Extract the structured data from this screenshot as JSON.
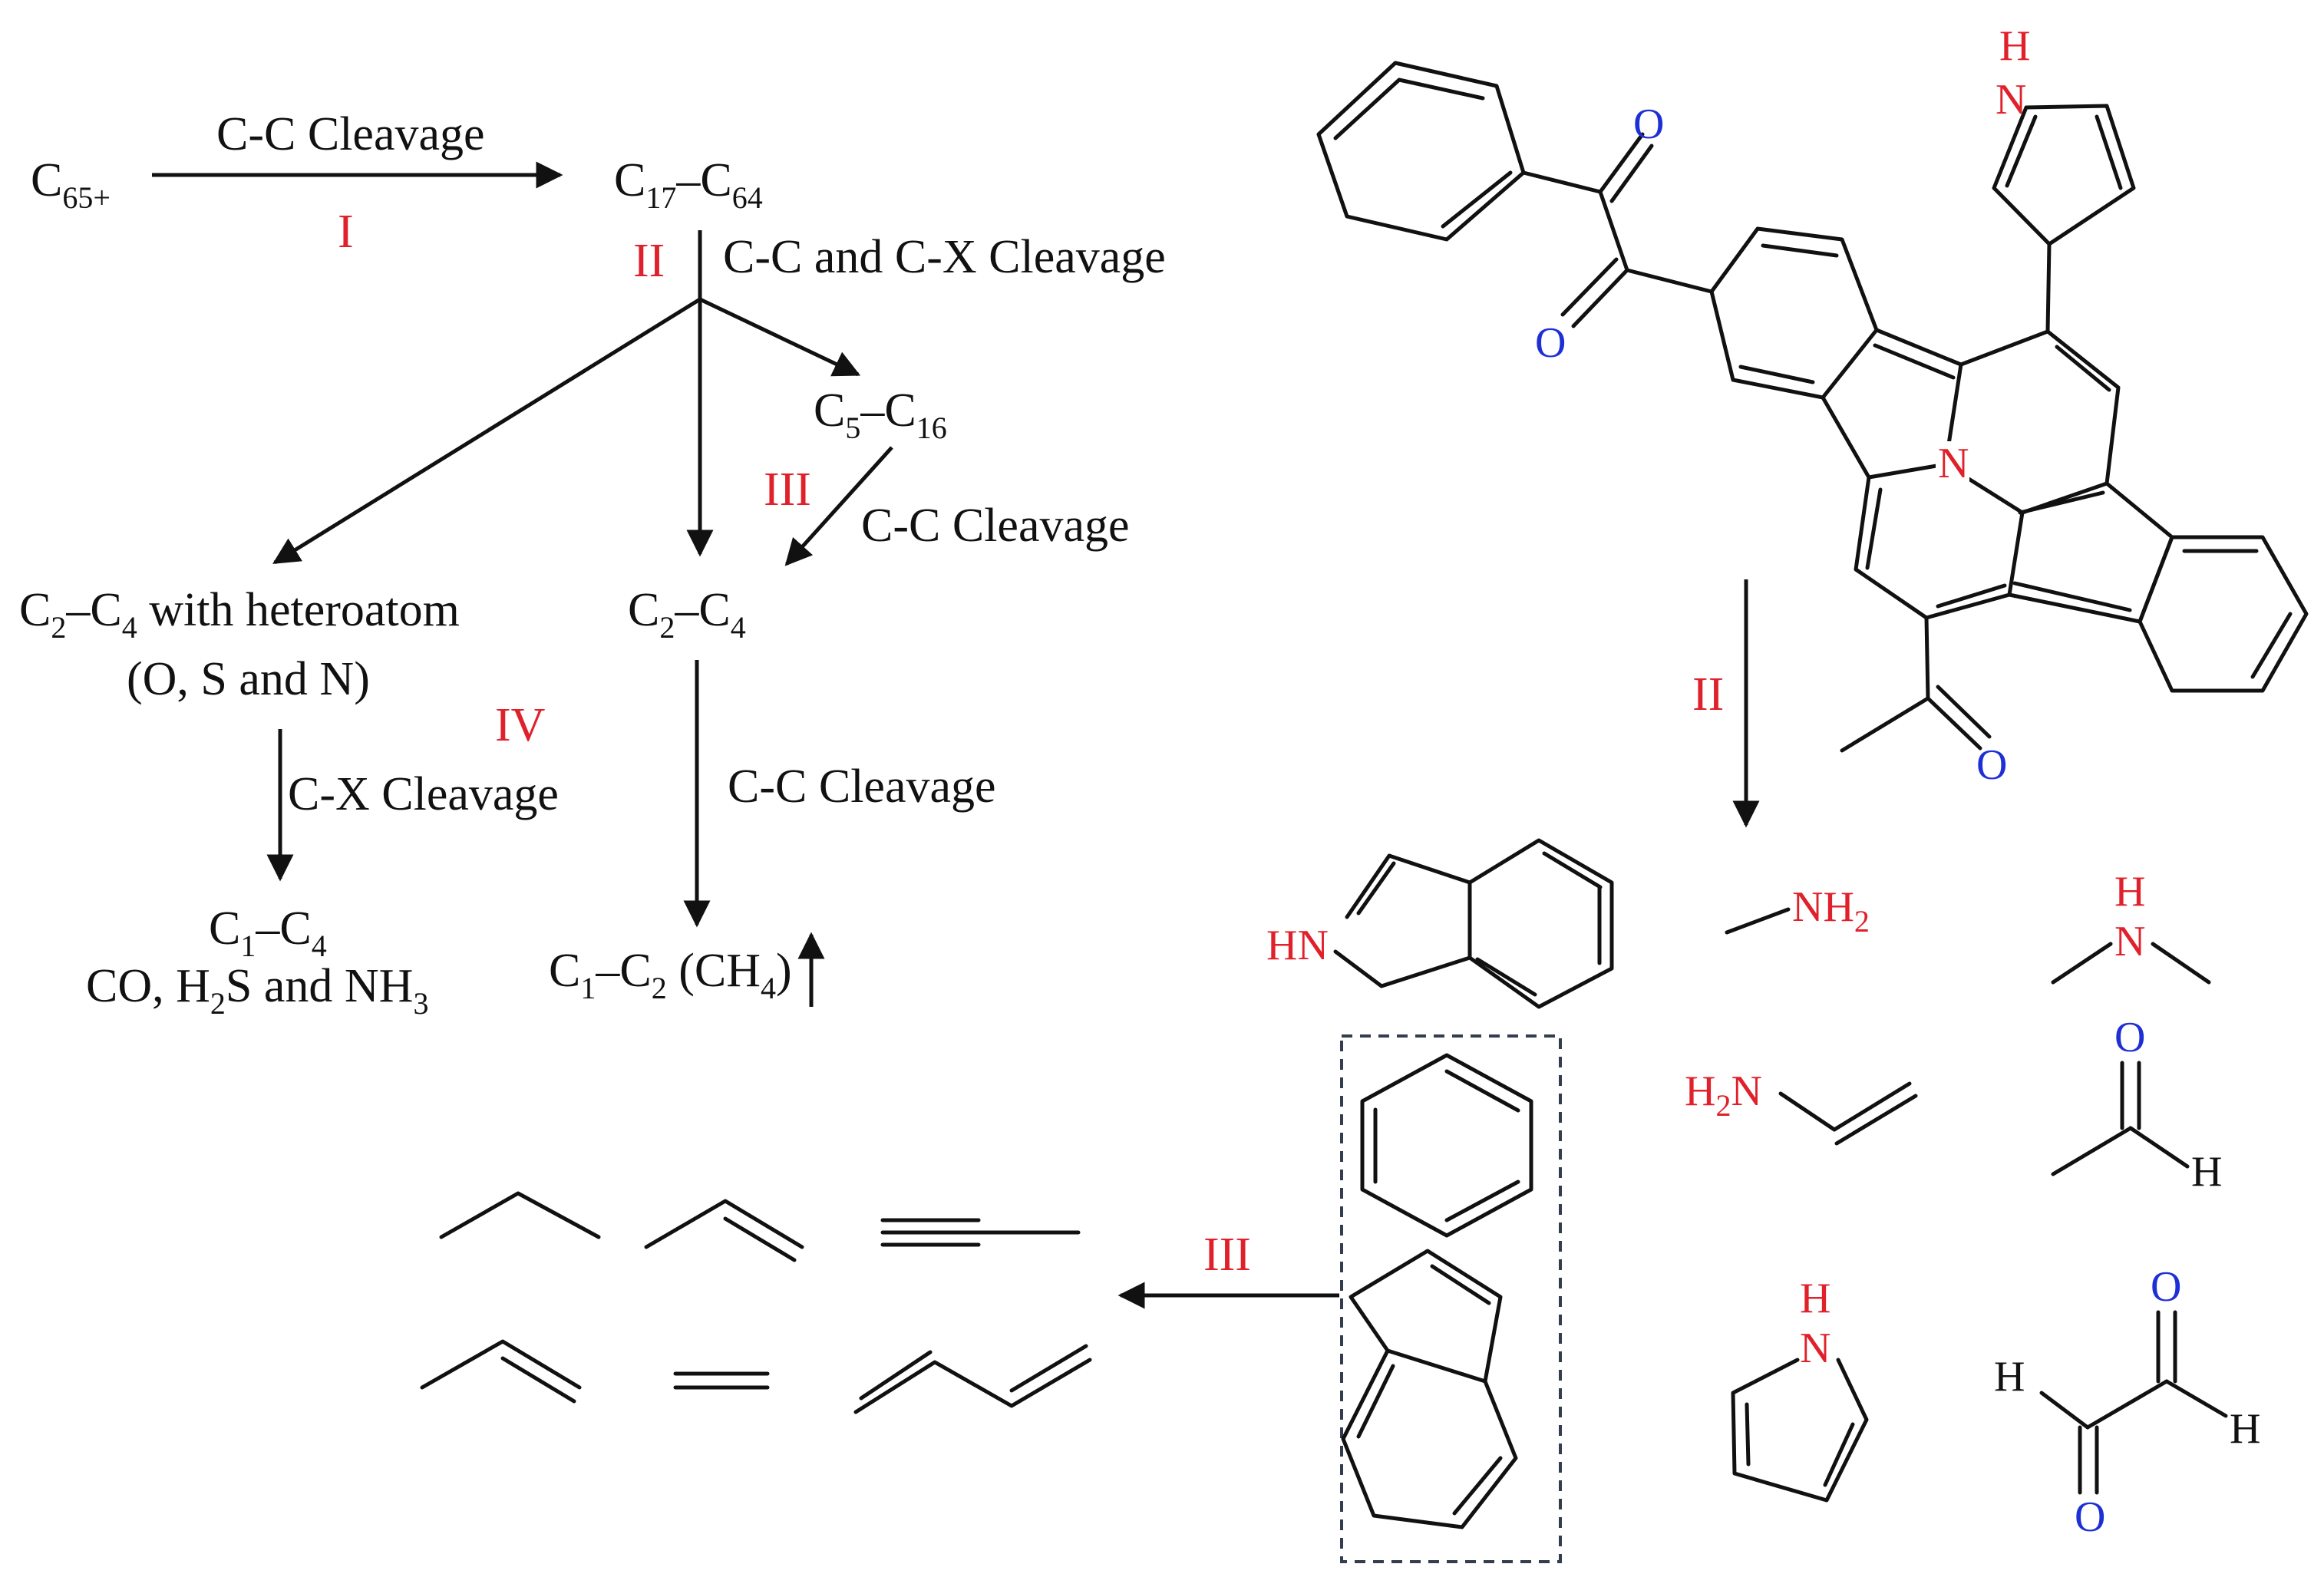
{
  "colors": {
    "ink": "#111111",
    "stage": "#e0202a",
    "nitrogen": "#e0202a",
    "oxygen": "#1f2fd6"
  },
  "scheme": {
    "c65": {
      "base": "C",
      "sub": "65+"
    },
    "c17_64": {
      "p1": "C",
      "s1": "17",
      "dash": "–",
      "p2": "C",
      "s2": "64"
    },
    "c5_16": {
      "p1": "C",
      "s1": "5",
      "dash": "–",
      "p2": "C",
      "s2": "16"
    },
    "c2_4_hetero": {
      "p1": "C",
      "s1": "2",
      "dash": "–",
      "p2": "C",
      "s2": "4",
      "rest": " with heteroatom"
    },
    "hetero_list": "(O, S and N)",
    "c2_4": {
      "p1": "C",
      "s1": "2",
      "dash": "–",
      "p2": "C",
      "s2": "4"
    },
    "c1_4": {
      "p1": "C",
      "s1": "1",
      "dash": "–",
      "p2": "C",
      "s2": "4"
    },
    "gas_products": {
      "t1": "CO, H",
      "s1": "2",
      "t2": "S and NH",
      "s2": "3"
    },
    "c1_2": {
      "p1": "C",
      "s1": "1",
      "dash": "–",
      "p2": "C",
      "s2": "2",
      "t3": " (CH",
      "s3": "4",
      "t4": ")"
    },
    "labels": {
      "cc_top": "C-C Cleavage",
      "cc_cx": "C-C and C-X Cleavage",
      "cc_mid": "C-C Cleavage",
      "cx_low": "C-X Cleavage",
      "cc_low": "C-C Cleavage"
    },
    "stages": {
      "s1": "I",
      "s2": "II",
      "s3": "III",
      "s4": "IV"
    }
  },
  "structures": {
    "stage_right": "II",
    "stage_bottom": "III",
    "atoms": {
      "O": "O",
      "N": "N",
      "H": "H",
      "NH": "N",
      "HN": "HN",
      "NH2": "NH",
      "NH2_sub": "2",
      "H2N": "H",
      "H2N_sub": "2",
      "H2N_N": "N"
    }
  }
}
